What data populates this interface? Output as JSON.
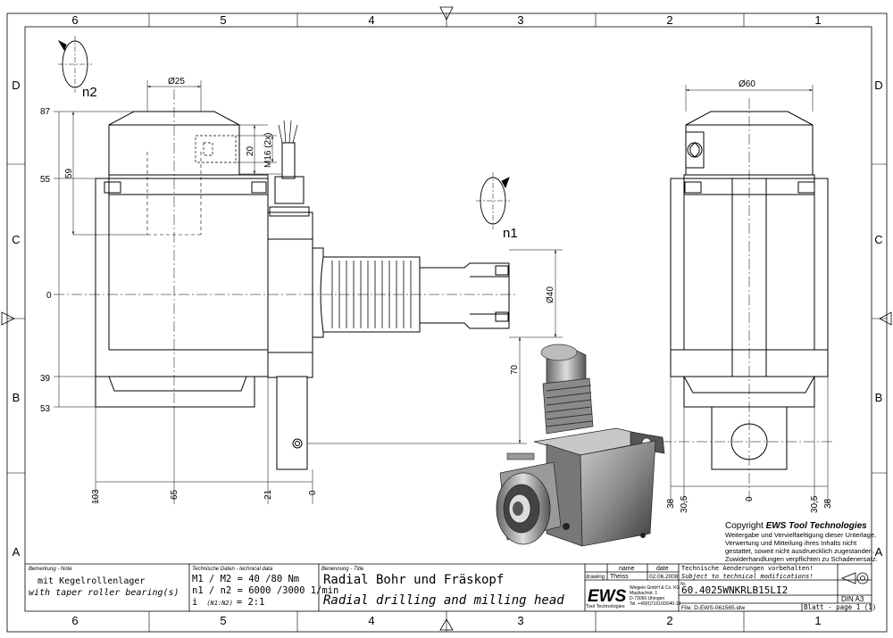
{
  "border": {
    "columns": [
      "6",
      "5",
      "4",
      "3",
      "2",
      "1"
    ],
    "rows": [
      "D",
      "C",
      "B",
      "A"
    ]
  },
  "left_view": {
    "rotation_label": "n2",
    "dim_top": "Ø25",
    "thread": "M16 (2x)",
    "thread_depth": "20",
    "heights": [
      "87",
      "59",
      "55",
      "0",
      "39",
      "53"
    ],
    "widths": [
      "103",
      "65",
      "21",
      "0"
    ],
    "offset": "70"
  },
  "center": {
    "rotation_label": "n1",
    "dim_diameter": "Ø40"
  },
  "right_view": {
    "dim_top": "Ø60",
    "widths": [
      "38",
      "30,5",
      "0",
      "30,5",
      "38"
    ]
  },
  "copyright": {
    "title_prefix": "Copyright ",
    "brand": "EWS Tool Technologies",
    "lines": [
      "Weitergabe und Vervielfaeltigung dieser Unterlage,",
      "Verwertung und Mitteilung ihres Inhalts nicht",
      "gestattet, soweit nicht ausdruecklich zugestanden.",
      "Zuwiderhandlungen verpflichten zu Schadenersatz."
    ]
  },
  "title_block": {
    "remark_header": "Bemerkung - Note",
    "remark_de": "mit Kegelrollenlager",
    "remark_en": "with taper roller bearing(s)",
    "tech_header": "Technische Daten - technical data",
    "tech_line1": "M1 / M2 = 40 /80  Nm",
    "tech_line2": "n1 / n2 = 6000 /3000  1/min",
    "tech_line3_a": "i",
    "tech_line3_b": "(N1:N2)",
    "tech_line3_c": "= 2:1",
    "name_header": "Benennung - Title",
    "name_de": "Radial Bohr und Fräskopf",
    "name_en": "Radial drilling and milling head",
    "col_name": "name",
    "col_date": "date",
    "row_label": "drawing",
    "drawer": "Theiss",
    "date": "02.06.2008",
    "logo": "EWS",
    "logo_sub": "Tool Technologies",
    "company_lines": [
      "Weigele GmbH & Co. KG",
      "Maybachstr. 1",
      "D-73066 Uhingen",
      "Tel. +49(0)7161/93040-10"
    ],
    "notice_de": "Technische Aenderungen vorbehalten!",
    "notice_en": "Subject to technical modifications!",
    "nr_label": "Nr.",
    "part_number": "60.4025WNKRLB15LI2",
    "format": "DIN A3",
    "file": "File: D-EWS-061565.idw",
    "sheet": "Blatt - page 1 (1)"
  }
}
